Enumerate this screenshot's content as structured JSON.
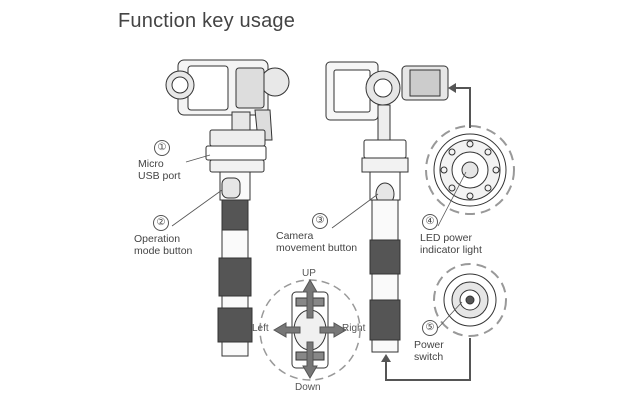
{
  "title": "Function key usage",
  "callouts": [
    {
      "number": "①",
      "text": [
        "Micro",
        "USB port"
      ]
    },
    {
      "number": "②",
      "text": [
        "Operation",
        "mode button"
      ]
    },
    {
      "number": "③",
      "text": [
        "Camera",
        "movement button"
      ]
    },
    {
      "number": "④",
      "text": [
        "LED power",
        "indicator light"
      ]
    },
    {
      "number": "⑤",
      "text": [
        "Power",
        "switch"
      ]
    }
  ],
  "directions": {
    "up": "UP",
    "down": "Down",
    "left": "Left",
    "right": "Right"
  },
  "colors": {
    "arrow": "#555555",
    "outline": "#333333",
    "dashed": "#999999"
  }
}
